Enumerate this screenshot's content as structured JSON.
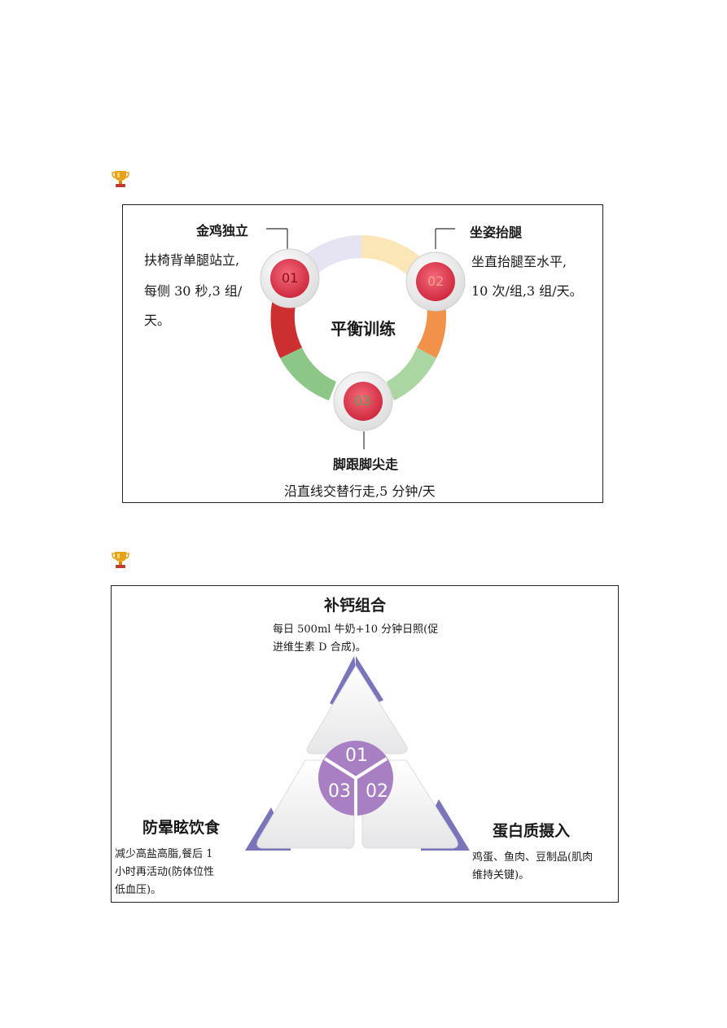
{
  "section1": {
    "center_label": "平衡训练",
    "items": [
      {
        "number": "01",
        "title": "金鸡独立",
        "lines": [
          "扶椅背单腿站立,",
          "每侧 30 秒,3 组/",
          "天。"
        ]
      },
      {
        "number": "02",
        "title": "坐姿抬腿",
        "lines": [
          "坐直抬腿至水平,",
          "10 次/组,3 组/天。"
        ]
      },
      {
        "number": "03",
        "title": "脚跟脚尖走",
        "lines": [
          "沿直线交替行走,5 分钟/天"
        ]
      }
    ]
  },
  "section2": {
    "items": [
      {
        "number": "01",
        "title": "补钙组合",
        "lines": [
          "每日 500ml 牛奶+10 分钟日照(促",
          "进维生素 D 合成)。"
        ]
      },
      {
        "number": "02",
        "title": "蛋白质摄入",
        "lines": [
          "鸡蛋、鱼肉、豆制品(肌肉",
          "维持关键)。"
        ]
      },
      {
        "number": "03",
        "title": "防晕眩饮食",
        "lines": [
          "减少高盐高脂,餐后 1",
          "小时再活动(防体位性",
          "低血压)。"
        ]
      }
    ]
  },
  "icons": {
    "section_marker": "trophy-icon"
  }
}
